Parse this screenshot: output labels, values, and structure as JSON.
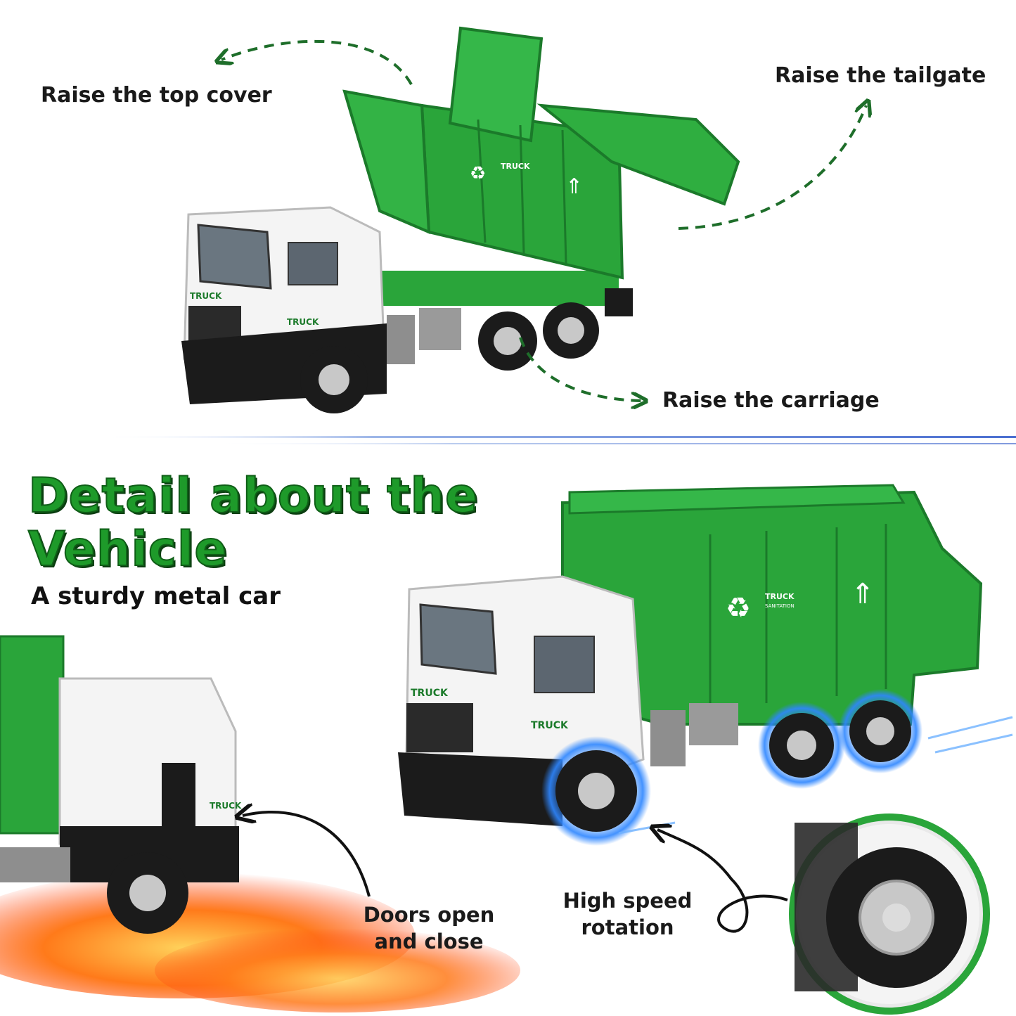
{
  "annotations": {
    "top_cover": "Raise the top cover",
    "tailgate": "Raise the tailgate",
    "carriage": "Raise the carriage",
    "doors": "Doors open\nand close",
    "rotation": "High speed\nrotation"
  },
  "headline": "Detail about the\nVehicle",
  "subheadline": "A sturdy metal car",
  "truck_text": {
    "decal": "TRUCK",
    "decal_small": "SANITATION"
  },
  "colors": {
    "green": "#2aa53a",
    "dark_green": "#1b7a2a",
    "arrow_green": "#1e6e2a",
    "cab_white": "#f4f4f4",
    "black": "#1b1b1b",
    "grey": "#8e8e8e",
    "flame": "#ff6a1a",
    "blue_glow": "#2e86ff"
  }
}
